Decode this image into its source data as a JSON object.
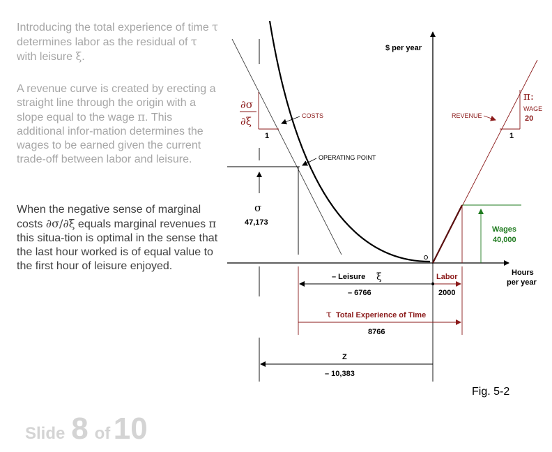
{
  "text": {
    "p1_a": "Introducing the total experience of time ",
    "p1_tau": "τ",
    "p1_b": " determines labor as the residual of ",
    "p1_tau2": "τ",
    "p1_c": " with leisure ",
    "p1_xi": "ξ",
    "p1_d": ".",
    "p2_a": "A revenue curve is created by erecting a straight line through the origin with a slope equal to the wage ",
    "p2_pi": "π",
    "p2_b": ". This additional infor-mation determines the wages to be earned given the current trade-off between labor and leisure.",
    "p3_a": "When the negative sense of marginal costs ",
    "p3_deriv": "∂σ/∂ξ",
    "p3_b": " equals marginal revenues ",
    "p3_pi": "π",
    "p3_c": " this situa-tion is optimal in the sense that the last hour worked is of equal value to the first hour of leisure enjoyed."
  },
  "slide": {
    "word": "Slide",
    "current": "8",
    "of_word": "of",
    "total": "10"
  },
  "diagram": {
    "y_axis_label": "$ per year",
    "x_axis_label_1": "Hours",
    "x_axis_label_2": "per year",
    "costs": "COSTS",
    "operating_point": "OPERATING POINT",
    "revenue": "REVENUE",
    "d_sigma": "∂σ",
    "d_xi": "∂ξ",
    "one_left": "1",
    "pi_label": "π:",
    "wage_word": "WAGE",
    "wage_value": "20",
    "one_right": "1",
    "sigma": "σ",
    "sigma_value": "47,173",
    "wages_label": "Wages",
    "wages_value": "40,000",
    "leisure_label": "– Leisure",
    "xi_symbol": "ξ",
    "leisure_value": "– 6766",
    "labor_label": "Labor",
    "labor_value": "2000",
    "tau_symbol": "τ",
    "total_label": "Total Experience of Time",
    "total_value": "8766",
    "z_label": "Z",
    "z_value": "– 10,383",
    "fig_label": "Fig. 5-2"
  },
  "colors": {
    "accent_red": "#8b1a1a",
    "wages_green": "#1e7a1e",
    "gray_text": "#a6a6a6"
  }
}
